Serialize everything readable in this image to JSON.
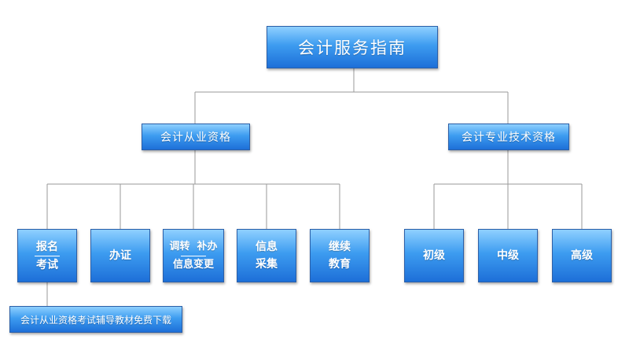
{
  "root": "会计服务指南",
  "branches": [
    {
      "label": "会计从业资格",
      "children": [
        {
          "lines": [
            "报名",
            "考试"
          ],
          "separator": true
        },
        {
          "lines": [
            "办证"
          ]
        },
        {
          "lines": [
            "调转  补办",
            "信息变更"
          ],
          "separator": true
        },
        {
          "lines": [
            "信息",
            "采集"
          ]
        },
        {
          "lines": [
            "继续",
            "教育"
          ]
        }
      ]
    },
    {
      "label": "会计专业技术资格",
      "children": [
        {
          "lines": [
            "初级"
          ]
        },
        {
          "lines": [
            "中级"
          ]
        },
        {
          "lines": [
            "高级"
          ]
        }
      ]
    }
  ],
  "download_link": "会计从业资格考试辅导教材免费下载",
  "colors": {
    "box_top": "#8fd0ff",
    "box_bottom": "#1d6fd8",
    "border": "#2b5fa8",
    "connector": "#9a9a9a"
  }
}
